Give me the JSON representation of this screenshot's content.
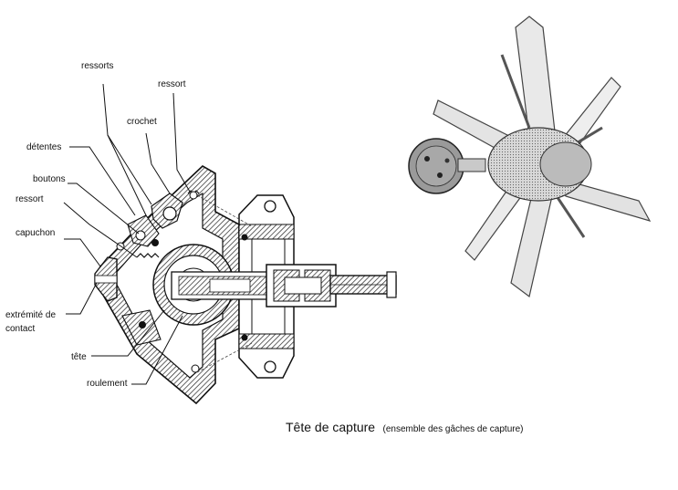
{
  "labels": {
    "ressorts": "ressorts",
    "ressort_top": "ressort",
    "crochet": "crochet",
    "detentes": "détentes",
    "boutons": "boutons",
    "ressort_left": "ressort",
    "capuchon": "capuchon",
    "extremite_line1": "extrémité de",
    "extremite_line2": "contact",
    "tete": "tête",
    "roulement": "roulement"
  },
  "caption": {
    "title": "Tête de capture",
    "subtitle": "(ensemble des gâches de capture)"
  }
}
